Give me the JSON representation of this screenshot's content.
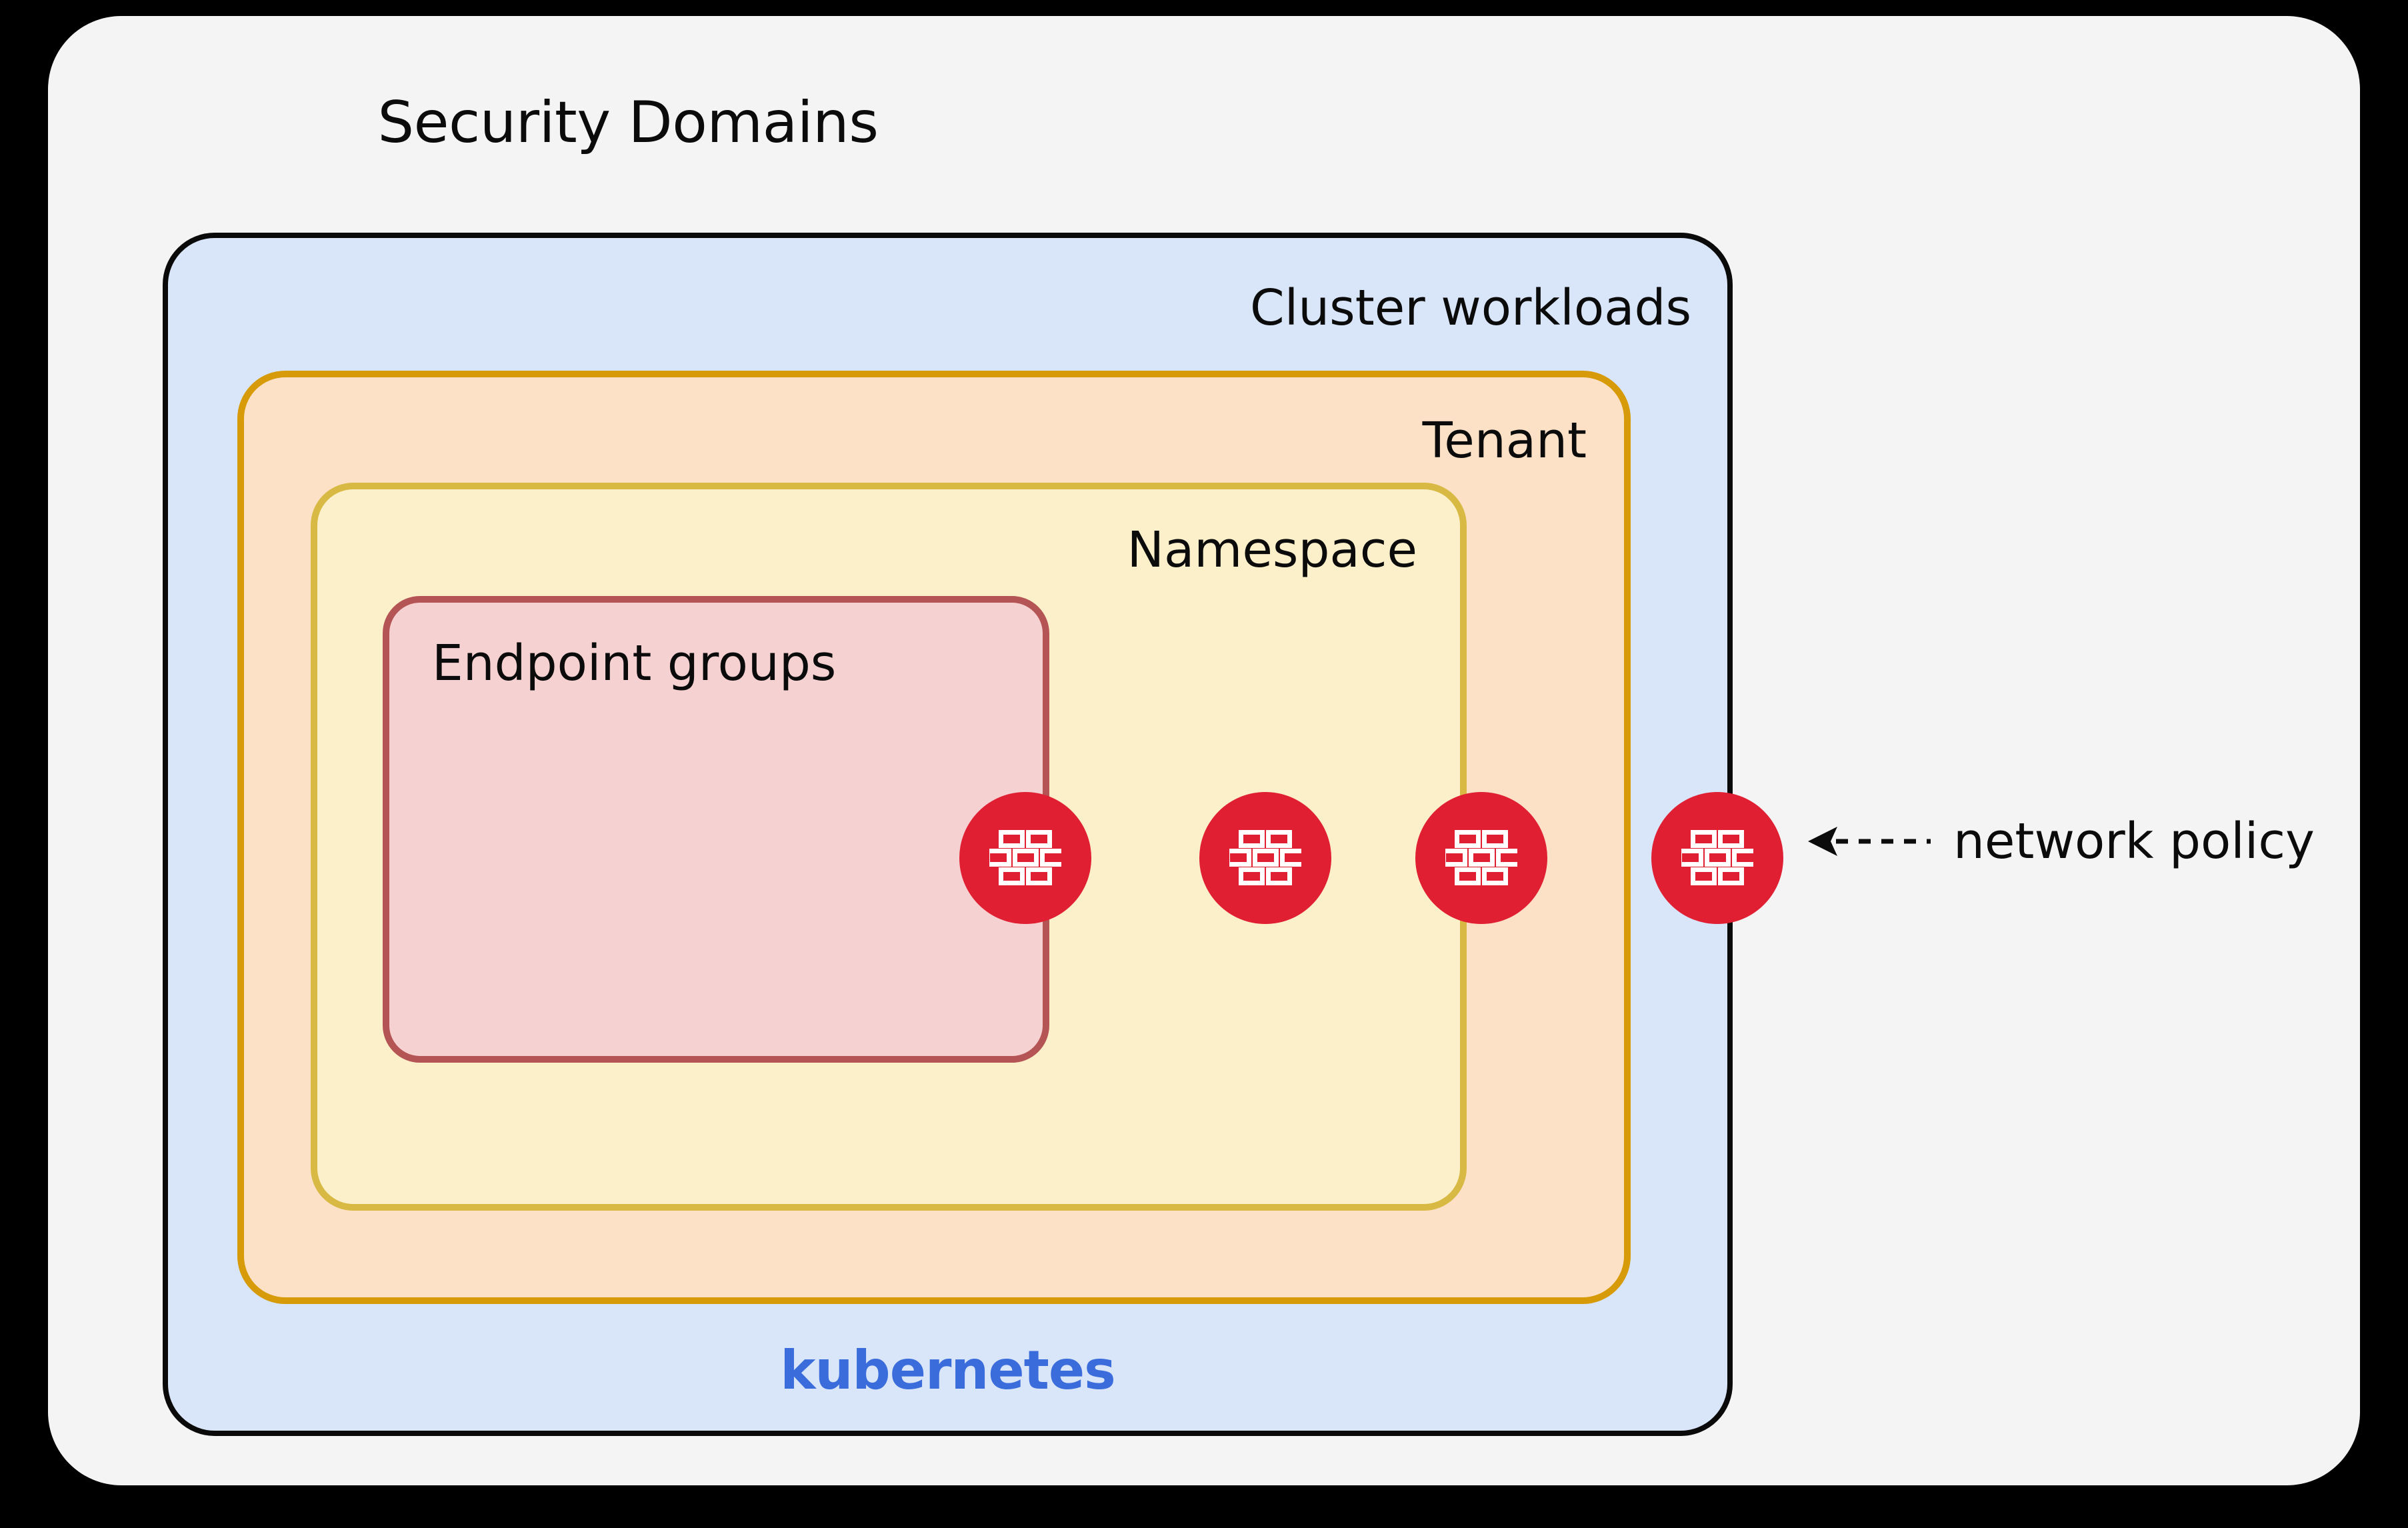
{
  "diagram": {
    "title": "Security Domains",
    "background_color": "#000000",
    "panel_color": "#f4f4f4",
    "layers": [
      {
        "id": "cluster",
        "label": "Cluster workloads",
        "brand": "kubernetes",
        "brand_color": "#3a6ddb",
        "fill": "#d9e5f9",
        "stroke": "#0a0a0a"
      },
      {
        "id": "tenant",
        "label": "Tenant",
        "fill": "#fce1c7",
        "stroke": "#d79a08"
      },
      {
        "id": "namespace",
        "label": "Namespace",
        "fill": "#fcf0cb",
        "stroke": "#d8b944"
      },
      {
        "id": "endpoints",
        "label": "Endpoint groups",
        "fill": "#f6d1d1",
        "stroke": "#b55454"
      }
    ],
    "markers": [
      {
        "icon": "firewall-brick-icon",
        "color": "#e01f33",
        "boundary": "endpoint-groups"
      },
      {
        "icon": "firewall-brick-icon",
        "color": "#e01f33",
        "boundary": "namespace"
      },
      {
        "icon": "firewall-brick-icon",
        "color": "#e01f33",
        "boundary": "tenant"
      },
      {
        "icon": "firewall-brick-icon",
        "color": "#e01f33",
        "boundary": "cluster-workloads"
      }
    ],
    "callout": {
      "label": "network policy",
      "arrow": "dashed-arrow-left-icon"
    }
  }
}
